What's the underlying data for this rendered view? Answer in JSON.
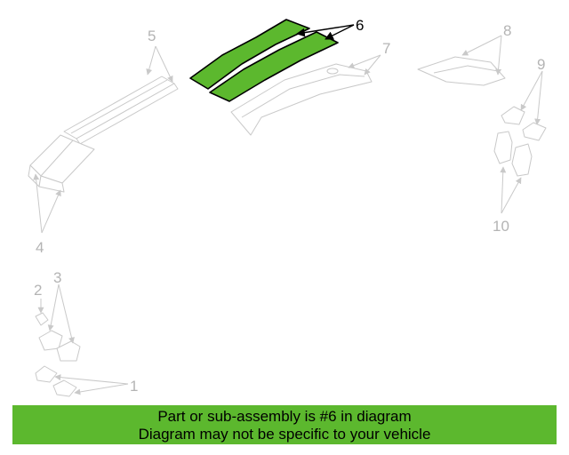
{
  "diagram": {
    "callouts": {
      "c1": "1",
      "c2": "2",
      "c3": "3",
      "c4": "4",
      "c5": "5",
      "c6": "6",
      "c7": "7",
      "c8": "8",
      "c9": "9",
      "c10": "10"
    },
    "highlighted_part": "6",
    "colors": {
      "highlight": "#5cb82e",
      "ghost_outline": "#c9c9c9",
      "ghost_label": "#b4b4b4",
      "banner": "#5cb82e"
    }
  },
  "banner": {
    "line1": "Part or sub-assembly is #6 in diagram",
    "line2": "Diagram may not be specific to your vehicle"
  }
}
